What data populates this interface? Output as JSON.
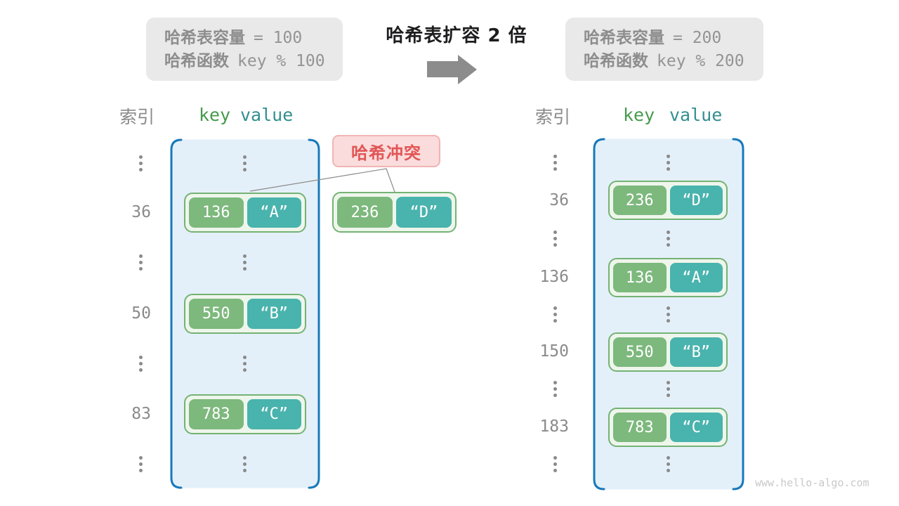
{
  "colors": {
    "table_fill": "#e4f0f9",
    "table_border": "#1779ba",
    "key_green": "#7db87d",
    "value_teal": "#49b3ad",
    "pair_border": "#74b274",
    "collision_text": "#e25555",
    "collision_bg": "#fadcdc",
    "info_box_bg": "#e9e9e9",
    "gray_text": "#8a8a8a",
    "arrow_gray": "#8c8c8c"
  },
  "info_left": {
    "rows": [
      {
        "label": "哈希表容量",
        "value": "= 100"
      },
      {
        "label": "哈希函数",
        "value": "key % 100"
      }
    ]
  },
  "info_right": {
    "rows": [
      {
        "label": "哈希表容量",
        "value": "= 200"
      },
      {
        "label": "哈希函数",
        "value": "key % 200"
      }
    ]
  },
  "center_title": "哈希表扩容 2 倍",
  "collision": {
    "label": "哈希冲突",
    "pair": {
      "key": "236",
      "value": "“D”"
    }
  },
  "left_table": {
    "header": {
      "index": "索引",
      "key": "key",
      "value": "value"
    },
    "rows": [
      {
        "index": "36",
        "key": "136",
        "value": "“A”"
      },
      {
        "index": "50",
        "key": "550",
        "value": "“B”"
      },
      {
        "index": "83",
        "key": "783",
        "value": "“C”"
      }
    ]
  },
  "right_table": {
    "header": {
      "index": "索引",
      "key": "key",
      "value": "value"
    },
    "rows": [
      {
        "index": "36",
        "key": "236",
        "value": "“D”"
      },
      {
        "index": "136",
        "key": "136",
        "value": "“A”"
      },
      {
        "index": "150",
        "key": "550",
        "value": "“B”"
      },
      {
        "index": "183",
        "key": "783",
        "value": "“C”"
      }
    ]
  },
  "watermark": "www.hello-algo.com"
}
